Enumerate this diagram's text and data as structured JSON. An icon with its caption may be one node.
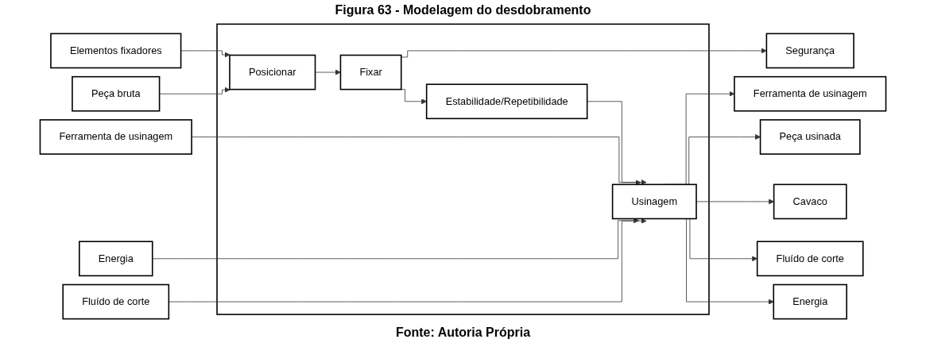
{
  "diagram": {
    "title": "Figura 63 - Modelagem do desdobramento",
    "caption": "Fonte: Autoria Própria",
    "nodes": [
      {
        "text": [
          "Elementos fixadores"
        ]
      },
      {
        "text": [
          "Peça bruta"
        ]
      },
      {
        "text": [
          "Ferramenta de usinagem"
        ]
      },
      {
        "text": [
          "Energia"
        ]
      },
      {
        "text": [
          "Fluído de corte"
        ]
      },
      {
        "text": [],
        "shape": "box"
      },
      {
        "text": [
          "Posicionar"
        ],
        "in": 5
      },
      {
        "text": [
          "Fixar"
        ],
        "in": 5
      },
      {
        "text": [
          "Estabilidade/Repetibilidade"
        ],
        "in": 5
      },
      {
        "text": [
          "Usinagem"
        ],
        "in": 5
      },
      {
        "text": [
          "Segurança"
        ]
      },
      {
        "text": [
          "Ferramenta de usinagem"
        ]
      },
      {
        "text": [
          "Peça usinada"
        ]
      },
      {
        "text": [
          "Cavaco"
        ]
      },
      {
        "text": [
          "Fluído de corte"
        ]
      },
      {
        "text": [
          "Energia"
        ]
      }
    ],
    "edges": [
      {
        "from": 0,
        "to": 6,
        "arrow": "to"
      },
      {
        "from": 1,
        "to": 6,
        "arrow": "to"
      },
      {
        "from": 6,
        "to": 7,
        "arrow": "to"
      },
      {
        "from": 7,
        "to": 10,
        "arrow": "to"
      },
      {
        "from": 7,
        "to": 8,
        "arrow": "to"
      },
      {
        "from": 8,
        "to": 9,
        "arrow": "to"
      },
      {
        "from": 2,
        "to": 9,
        "arrow": "to"
      },
      {
        "from": 3,
        "to": 9,
        "arrow": "to"
      },
      {
        "from": 4,
        "to": 9,
        "arrow": "to"
      },
      {
        "from": 9,
        "to": 11,
        "arrow": "to"
      },
      {
        "from": 9,
        "to": 12,
        "arrow": "to"
      },
      {
        "from": 9,
        "to": 13,
        "arrow": "to"
      },
      {
        "from": 9,
        "to": 14,
        "arrow": "to"
      },
      {
        "from": 9,
        "to": 15,
        "arrow": "to"
      }
    ]
  }
}
